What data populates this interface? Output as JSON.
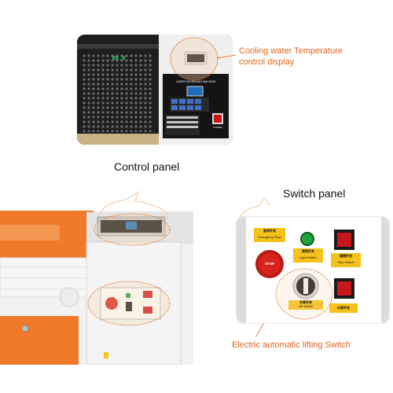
{
  "captions": {
    "control_panel": "Control panel",
    "switch_panel": "Switch panel"
  },
  "callouts": {
    "cooling_line1": "Cooling water Temperature",
    "cooling_line2": "control display",
    "lifting_switch": "Electric automatic lifting Switch"
  },
  "display": {
    "readout": "88.8",
    "panel_title": "LASER ENGRAVING MACHINE",
    "power_label": "POWER"
  },
  "switch_labels": {
    "emergency_cn": "急停开关",
    "emergency_en": "Emergency Stop",
    "light_cn": "照明开关",
    "light_en": "Light Switch",
    "strip_cn": "循擦开关",
    "strip_en": "Strip Switch",
    "stop_text": "STOP",
    "lift_cn": "升降开关",
    "lift_en": "Lift Switch",
    "pump_cn": "水泵开关"
  },
  "colors": {
    "callout_orange": "#e0661c",
    "machine_orange": "#f07a2a",
    "stop_red": "#d8231c",
    "switch_red": "#c8171b",
    "light_green": "#22a03c",
    "label_yellow": "#f4c21a"
  },
  "icons": {
    "speech_bubble": "callout-bubble-icon",
    "leader_line": "leader-line-icon"
  }
}
